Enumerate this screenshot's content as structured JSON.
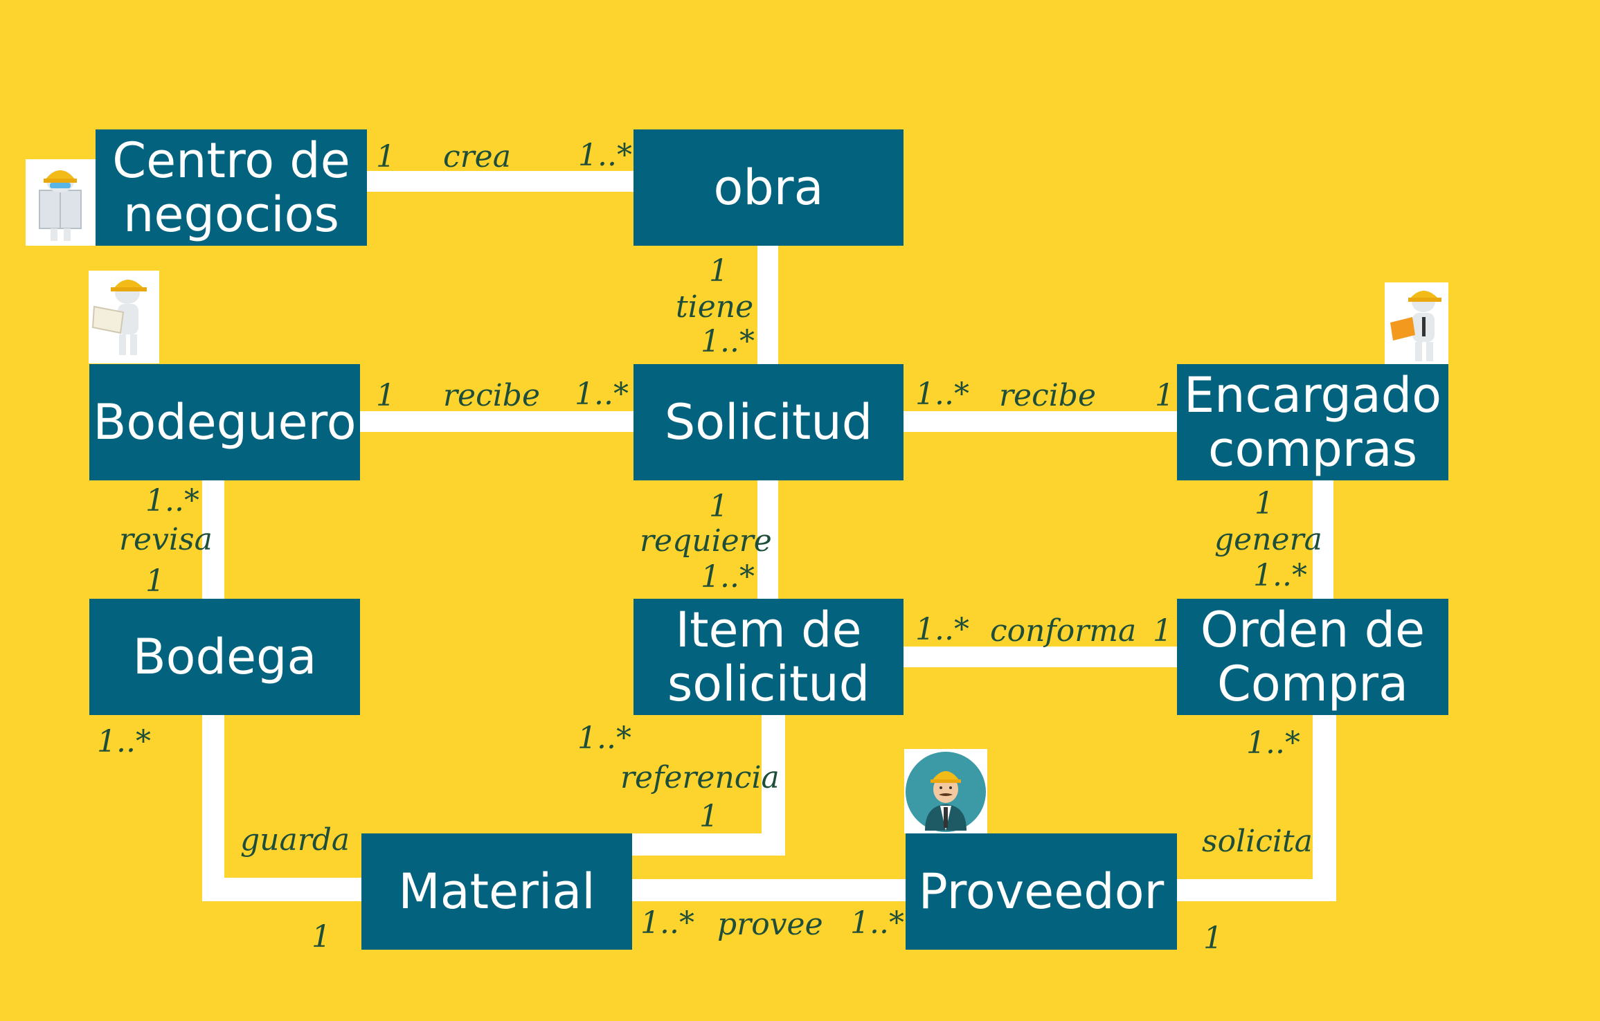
{
  "colors": {
    "background": "#FDD42E",
    "box": "#03637E",
    "box_text": "#FFFFFF",
    "label_text": "#1E4E3A",
    "connector": "#FFFFFF"
  },
  "entities": {
    "centro": "Centro de negocios",
    "obra": "obra",
    "bodeguero": "Bodeguero",
    "solicitud": "Solicitud",
    "encargado": "Encargado compras",
    "bodega": "Bodega",
    "item": "Item de solicitud",
    "orden": "Orden de Compra",
    "material": "Material",
    "proveedor": "Proveedor"
  },
  "relations": {
    "crea": {
      "verb": "crea",
      "from": "1",
      "to": "1..*"
    },
    "tiene": {
      "verb": "tiene",
      "from": "1",
      "to": "1..*"
    },
    "recibe_bod": {
      "verb": "recibe",
      "from": "1",
      "to": "1..*"
    },
    "recibe_enc": {
      "verb": "recibe",
      "from": "1..*",
      "to": "1"
    },
    "revisa": {
      "verb": "revisa",
      "from": "1..*",
      "to": "1"
    },
    "requiere": {
      "verb": "requiere",
      "from": "1",
      "to": "1..*"
    },
    "genera": {
      "verb": "genera",
      "from": "1",
      "to": "1..*"
    },
    "conforma": {
      "verb": "conforma",
      "from": "1..*",
      "to": "1"
    },
    "guarda": {
      "verb": "guarda",
      "from": "1..*",
      "to": "1"
    },
    "referencia": {
      "verb": "referencia",
      "from": "1..*",
      "to": "1"
    },
    "provee": {
      "verb": "provee",
      "from": "1..*",
      "to": "1..*"
    },
    "solicita": {
      "verb": "solicita",
      "from": "1..*",
      "to": "1"
    }
  },
  "icons": [
    "worker-helmet-reading-icon",
    "worker-helmet-blueprint-icon",
    "worker-helmet-clipboard-icon",
    "supplier-avatar-icon"
  ]
}
